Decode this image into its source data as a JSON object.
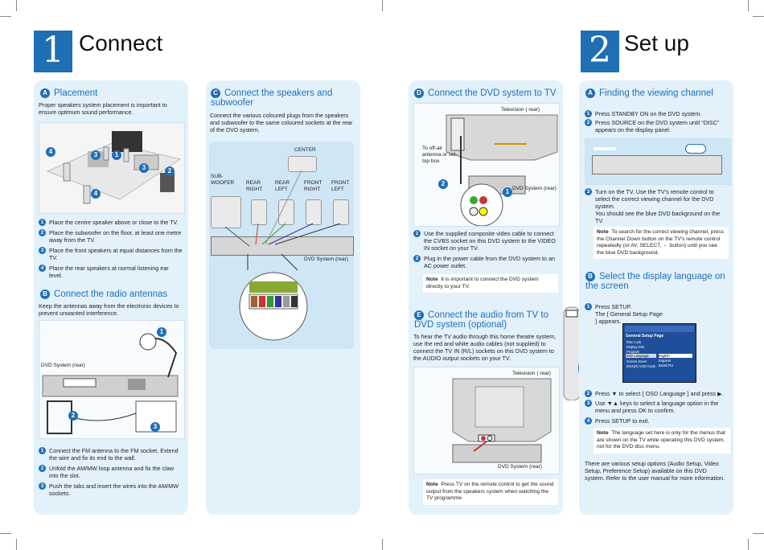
{
  "left": {
    "number": "1",
    "title": "Connect",
    "placement": {
      "badge": "A",
      "title": "Placement",
      "intro": "Proper speakers system placement is important to ensure optimum sound performance.",
      "steps": [
        "Place the centre speaker above or close to the TV.",
        "Place the subwoofer on the floor, at least one metre away from the TV.",
        "Place the front speakers at equal distances from the TV.",
        "Place the rear speakers at normal listening ear level."
      ]
    },
    "radio": {
      "badge": "B",
      "title": "Connect the radio antennas",
      "intro": "Keep the antennas away from the electronic devices to prevent unwanted interference.",
      "device_label": "DVD System (rear)",
      "steps": [
        "Connect the FM antenna to the FM socket.  Extend the wire and fix its end to the wall.",
        "Unfold the AM/MW loop antenna and fix the claw into the slot.",
        "Push the tabs and insert the wires into the AM/MW sockets."
      ]
    },
    "speakers": {
      "badge": "C",
      "title": "Connect the speakers and subwoofer",
      "intro": "Connect the various coloured plugs from the speakers and subwoofer to the same coloured sockets at the rear of the DVD system.",
      "labels": {
        "center": "CENTER",
        "sub": "SUB-\nWOOFER",
        "rear_right": "REAR\nRIGHT",
        "rear_left": "REAR\nLEFT",
        "front_right": "FRONT\nRIGHT",
        "front_left": "FRONT\nLEFT",
        "device": "DVD System (rear)"
      }
    }
  },
  "right": {
    "number": "2",
    "title": "Set up",
    "dvd": {
      "badge": "D",
      "title": "Connect the DVD system to TV",
      "tv_label": "Television ( rear)",
      "offair_label": "To off-air antenna or set-top box",
      "device_label": "DVD System (rear)",
      "steps": [
        "Use the supplied composite video cable to connect the CVBS socket on this DVD system to the VIDEO IN socket on your TV.",
        "Plug in the power cable from the DVD system to an AC power outlet."
      ],
      "note_label": "Note",
      "note": "It is important to connect the DVD system directly to your TV."
    },
    "audio": {
      "badge": "E",
      "title": "Connect the audio from TV to DVD system (optional)",
      "intro": "To hear the TV audio through this home theatre system, use the red and white audio cables (not supplied) to connect the TV IN (R/L) sockets on this DVD system to the AUDIO output sockets on your TV.",
      "tv_label": "Television ( rear)",
      "device_label": "DVD System (rear)",
      "note_label": "Note",
      "note": "Press TV on the remote control to get the sound output from the speakers system when watching the TV programme."
    },
    "viewing": {
      "badge": "A",
      "title": "Finding the viewing channel",
      "steps": [
        "Press STANDBY ON on the DVD system.",
        "Press SOURCE on the DVD system until “DISC” appears on the display panel.",
        "Turn on the TV.  Use the TV's remote control to select the correct viewing channel for the DVD system.\nYou should see the blue DVD background on the TV."
      ],
      "note_label": "Note",
      "note": "To search for the correct viewing channel, press the Channel Down button on the TV's remote control repeatedly (or AV, SELECT, ← button) until you see the blue DVD background."
    },
    "language": {
      "badge": "B",
      "title": "Select the display language on the screen",
      "steps": [
        "Press SETUP.\nThe { General Setup Page } appears.",
        "Press ▼ to select { OSD Language } and press ▶.",
        "Use ▼▲ keys to select a language option in the menu and press OK to confirm.",
        "Press SETUP to exit."
      ],
      "menu": {
        "header": "General Setup Page",
        "items": [
          "Disc Lock",
          "Display Dim",
          "Program",
          "OSD Language",
          "Screen Saver",
          "DivX(R) VOD Code"
        ],
        "options": [
          "English",
          "Espanol",
          "Brasil Por"
        ]
      },
      "note_label": "Note",
      "note": "The language set here is only for the menus that are shown on the TV while operating this DVD system, not for the DVD disc menu.",
      "footer": "There are various setup options (Audio Setup, Video Setup, Preference Setup) available on this DVD system. Refer to the user manual for more information."
    }
  },
  "colors": {
    "accent": "#1f6fb5",
    "panel": "#e3f1fb",
    "panel_dark": "#d2e8f6"
  }
}
